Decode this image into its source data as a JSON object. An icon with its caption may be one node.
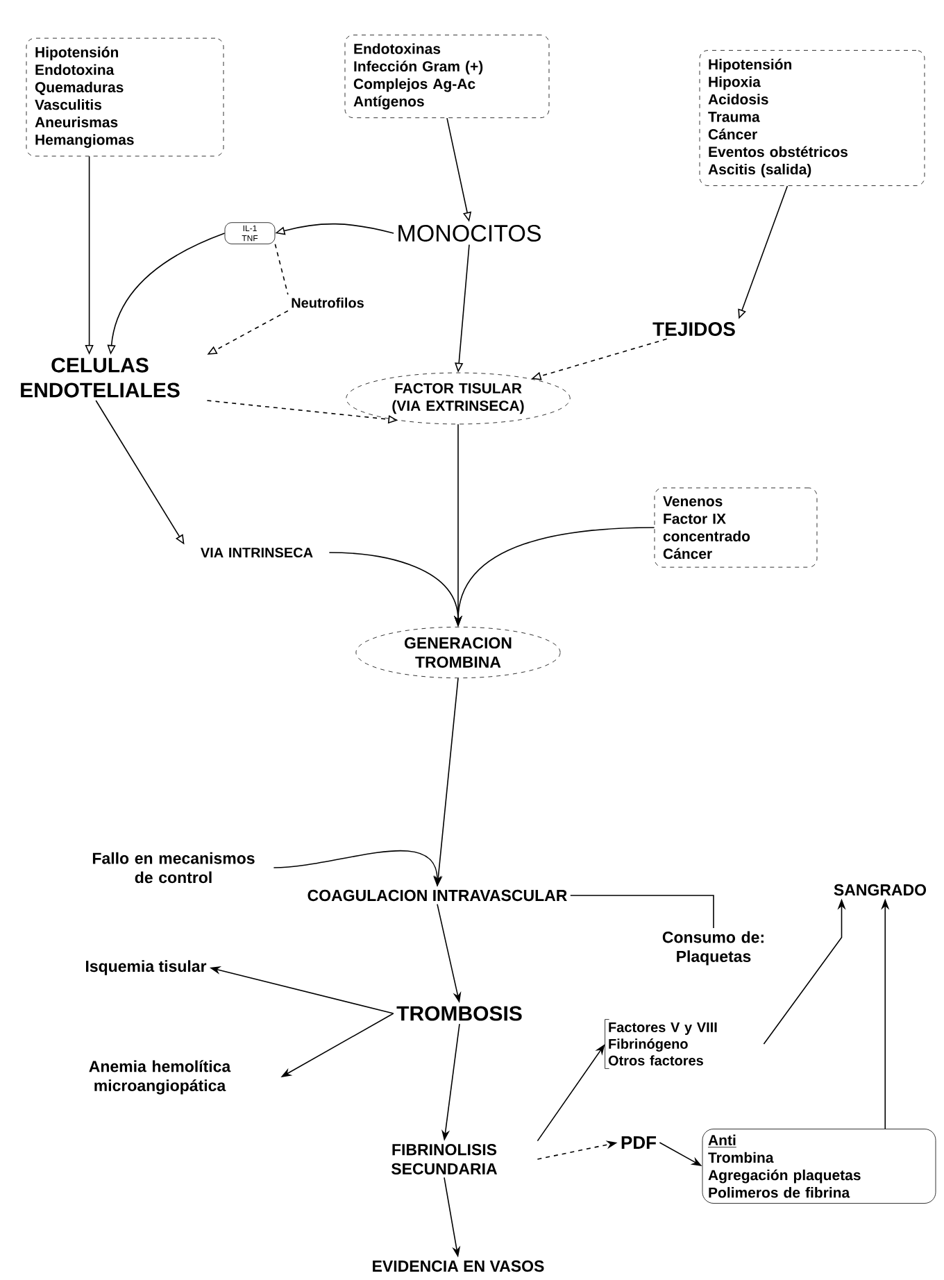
{
  "diagram": {
    "nodes": [
      {
        "text": [
          "Hipotensión",
          "Endotoxina",
          "Quemaduras",
          "Vasculitis",
          "Aneurismas",
          "Hemangiomas"
        ]
      },
      {
        "text": [
          "Endotoxinas",
          "Infección Gram (+)",
          "Complejos Ag-Ac",
          "Antígenos"
        ]
      },
      {
        "text": [
          "Hipotensión",
          "Hipoxia",
          "Acidosis",
          "Trauma",
          "Cáncer",
          "Eventos obstétricos",
          "Ascitis (salida)"
        ]
      },
      {
        "text": [
          "IL-1",
          "TNF"
        ]
      },
      {
        "text": [
          "MONOCITOS"
        ]
      },
      {
        "text": [
          "Neutrofilos"
        ]
      },
      {
        "text": [
          "CELULAS ENDOTELIALES"
        ]
      },
      {
        "text": [
          "FACTOR TISULAR (VIA EXTRINSECA)"
        ]
      },
      {
        "text": [
          "TEJIDOS"
        ]
      },
      {
        "text": [
          "VIA INTRINSECA"
        ]
      },
      {
        "text": [
          "Venenos",
          "Factor IX concentrado",
          "Cáncer"
        ]
      },
      {
        "text": [
          "GENERACION TROMBINA"
        ]
      },
      {
        "text": [
          "Fallo en mecanismos de control"
        ]
      },
      {
        "text": [
          "COAGULACION INTRAVASCULAR"
        ]
      },
      {
        "text": [
          "Consumo de: Plaquetas"
        ]
      },
      {
        "text": [
          "SANGRADO"
        ]
      },
      {
        "text": [
          "Isquemia tisular"
        ]
      },
      {
        "text": [
          "TROMBOSIS"
        ]
      },
      {
        "text": [
          "Anemia hemolítica microangiopática"
        ]
      },
      {
        "text": [
          "Factores V y VIII",
          "Fibrinógeno",
          "Otros factores"
        ]
      },
      {
        "text": [
          "FIBRINOLISIS SECUNDARIA"
        ]
      },
      {
        "text": [
          "PDF"
        ]
      },
      {
        "text": [
          "Anti",
          "Trombina",
          "Agregación plaquetas",
          "Polimeros de fibrina"
        ]
      },
      {
        "text": [
          "EVIDENCIA EN VASOS"
        ]
      }
    ],
    "edges": [
      {
        "from": 1,
        "to": 4,
        "arrow": "to"
      },
      {
        "from": 4,
        "to": 3,
        "arrow": "to"
      },
      {
        "from": 0,
        "to": 6,
        "arrow": "to"
      },
      {
        "from": 3,
        "to": 6,
        "arrow": "to"
      },
      {
        "from": 3,
        "to": 5,
        "arrow": "none",
        "style": "dashed"
      },
      {
        "from": 5,
        "to": 6,
        "arrow": "to",
        "style": "dashed"
      },
      {
        "from": 4,
        "to": 7,
        "arrow": "to"
      },
      {
        "from": 2,
        "to": 8,
        "arrow": "to"
      },
      {
        "from": 8,
        "to": 7,
        "arrow": "to",
        "style": "dashed"
      },
      {
        "from": 6,
        "to": 7,
        "arrow": "to",
        "style": "dashed"
      },
      {
        "from": 6,
        "to": 9,
        "arrow": "to"
      },
      {
        "from": 9,
        "to": 11,
        "arrow": "to"
      },
      {
        "from": 7,
        "to": 11,
        "arrow": "to"
      },
      {
        "from": 10,
        "to": 11,
        "arrow": "to"
      },
      {
        "from": 11,
        "to": 13,
        "arrow": "to"
      },
      {
        "from": 12,
        "to": 13,
        "arrow": "to"
      },
      {
        "from": 13,
        "to": 14,
        "arrow": "none"
      },
      {
        "from": 13,
        "to": 17,
        "arrow": "to"
      },
      {
        "from": 17,
        "to": 16,
        "arrow": "to"
      },
      {
        "from": 17,
        "to": 18,
        "arrow": "to"
      },
      {
        "from": 17,
        "to": 20,
        "arrow": "to"
      },
      {
        "from": 20,
        "to": 19,
        "arrow": "to"
      },
      {
        "from": 19,
        "to": 15,
        "arrow": "to"
      },
      {
        "from": 20,
        "to": 21,
        "arrow": "to",
        "style": "dashed"
      },
      {
        "from": 21,
        "to": 22,
        "arrow": "to"
      },
      {
        "from": 22,
        "to": 15,
        "arrow": "to"
      },
      {
        "from": 20,
        "to": 23,
        "arrow": "to"
      }
    ]
  }
}
